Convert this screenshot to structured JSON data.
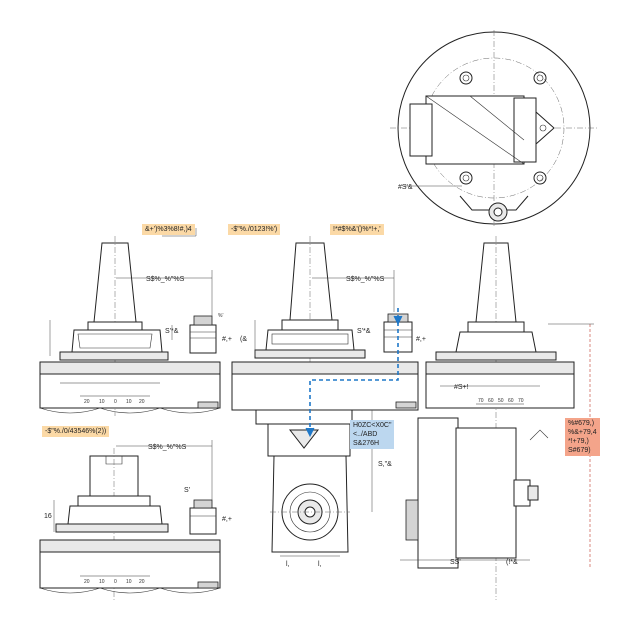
{
  "labels": {
    "view1_title": "&+')%3%8!#,)4",
    "view2_title": "-$\"%./0123!%')",
    "view3_title": "!*#$%&'()%*!+,'",
    "view4_title": "-$\"%./0/43546%(2))",
    "blue_note": "H0ZC<X0C\"\n<../ABD\nS&276H",
    "red_note": "%#679,)\n%&+79,4\n*!+79,)\nS#679)"
  },
  "dims": {
    "top_view_dim": "#S'&",
    "v1_top": "S$%_%\"%S",
    "v1_side": "S'*&",
    "v1_small": "%'",
    "v1_right": "#,+",
    "v2_top": "S$%_%\"%S",
    "v2_side": "S'*&",
    "v2_left": "(&",
    "v2_right": "#,+",
    "v2_height": "S,\"&",
    "v2_l1": "l,",
    "v2_l2": "l,",
    "v3_width": "#S+!",
    "v3_bottom_left": "SS'",
    "v3_bottom_right": "(!*&",
    "v4_top": "S$%_%\"%S",
    "v4_height": "16",
    "v4_right": "#,+",
    "v4_side": "S'"
  },
  "scales": {
    "v1": [
      "20",
      "10",
      "0",
      "10",
      "20"
    ],
    "v3": [
      "70",
      "60",
      "50",
      "60",
      "70"
    ],
    "v4": [
      "20",
      "10",
      "0",
      "10",
      "20"
    ]
  },
  "colors": {
    "label_orange": "#fbd9a6",
    "label_blue": "#bcd7ef",
    "label_red": "#f4a48a",
    "flow_blue": "#1f78c8"
  }
}
